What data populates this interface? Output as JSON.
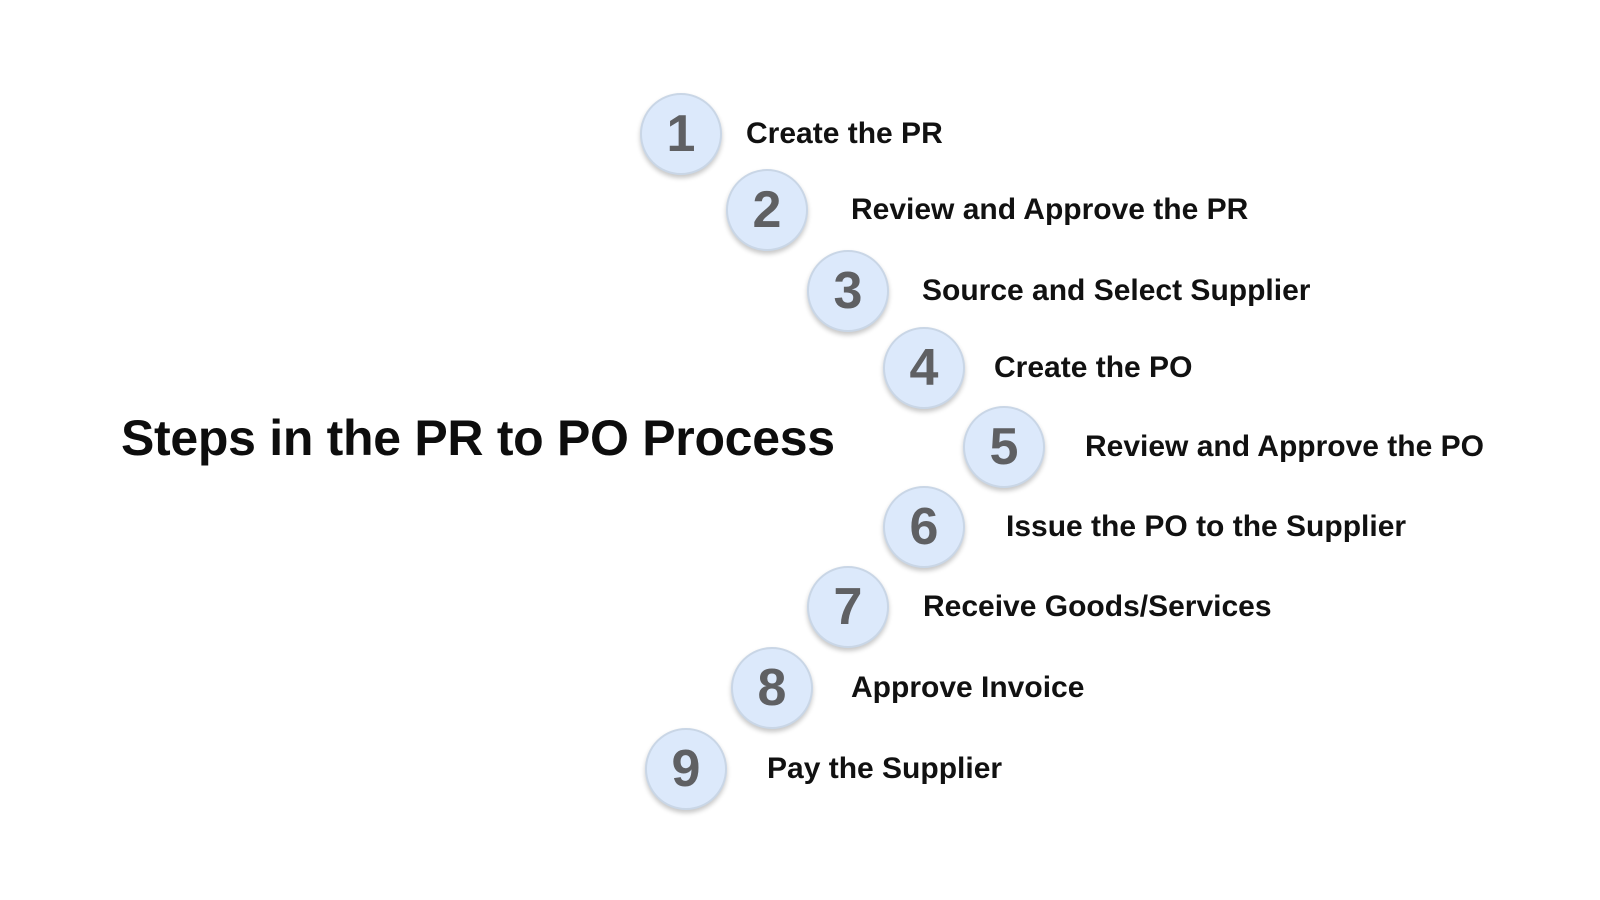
{
  "title": "Steps in the PR to PO Process",
  "colors": {
    "circle_fill": "#dce9fb",
    "circle_border": "#c9d6e6",
    "number_text": "#5f6063",
    "label_text": "#111111",
    "title_text": "#0d0d0d",
    "background": "#ffffff"
  },
  "steps": [
    {
      "number": "1",
      "label": "Create the PR"
    },
    {
      "number": "2",
      "label": "Review and Approve the PR"
    },
    {
      "number": "3",
      "label": "Source and Select Supplier"
    },
    {
      "number": "4",
      "label": "Create the PO"
    },
    {
      "number": "5",
      "label": "Review and Approve the PO"
    },
    {
      "number": "6",
      "label": "Issue the PO to the Supplier"
    },
    {
      "number": "7",
      "label": "Receive Goods/Services"
    },
    {
      "number": "8",
      "label": "Approve Invoice"
    },
    {
      "number": "9",
      "label": "Pay the Supplier"
    }
  ]
}
